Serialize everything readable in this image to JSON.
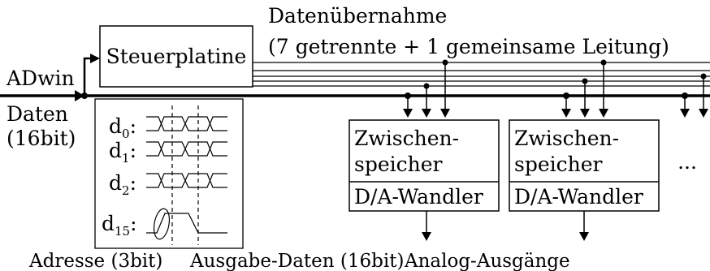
{
  "labels": {
    "adwin": "ADwin",
    "daten": "Daten",
    "bit16": "(16bit)",
    "steuerplatine": "Steuerplatine",
    "datenuebernahme": "Datenübernahme",
    "leitung": "(7 getrennte + 1 gemeinsame Leitung)",
    "zwischen": "Zwischen-",
    "speicher": "speicher",
    "dawandler": "D/A-Wandler",
    "ellipsis": "...",
    "adresse": "Adresse (3bit)",
    "ausgabe": "Ausgabe-Daten (16bit)",
    "analog": "Analog-Ausgänge"
  },
  "timing": [
    {
      "base": "d",
      "sub": "0"
    },
    {
      "base": "d",
      "sub": "1"
    },
    {
      "base": "d",
      "sub": "2"
    },
    {
      "base": "d",
      "sub": "15"
    }
  ]
}
